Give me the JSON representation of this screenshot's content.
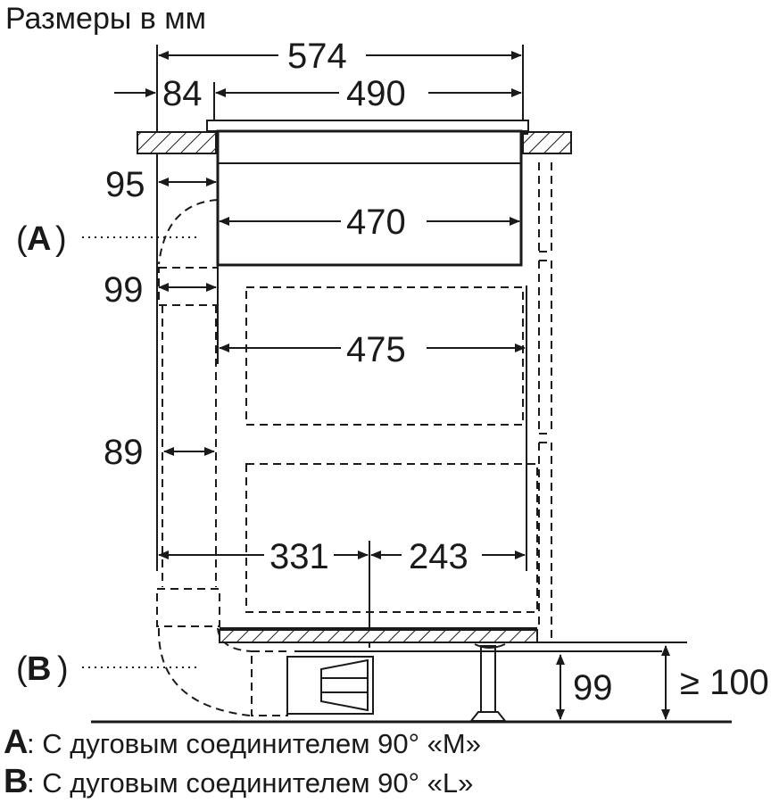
{
  "title": "Размеры в мм",
  "dimensions": {
    "total_width": "574",
    "left_offset": "84",
    "top_width": "490",
    "gap_95": "95",
    "body_width": "470",
    "gap_99": "99",
    "inner_width": "475",
    "gap_89": "89",
    "left_part": "331",
    "right_part": "243",
    "height_99": "99",
    "height_min": "≥ 100"
  },
  "callouts": {
    "a": {
      "open": "(",
      "letter": "A",
      "close": ")"
    },
    "b": {
      "open": "(",
      "letter": "B",
      "close": ")"
    }
  },
  "legend": {
    "a": {
      "letter": "A",
      "text": ": С дуговым соединителем 90° «M»"
    },
    "b": {
      "letter": "B",
      "text": ": С дуговым соединителем 90° «L»"
    }
  }
}
